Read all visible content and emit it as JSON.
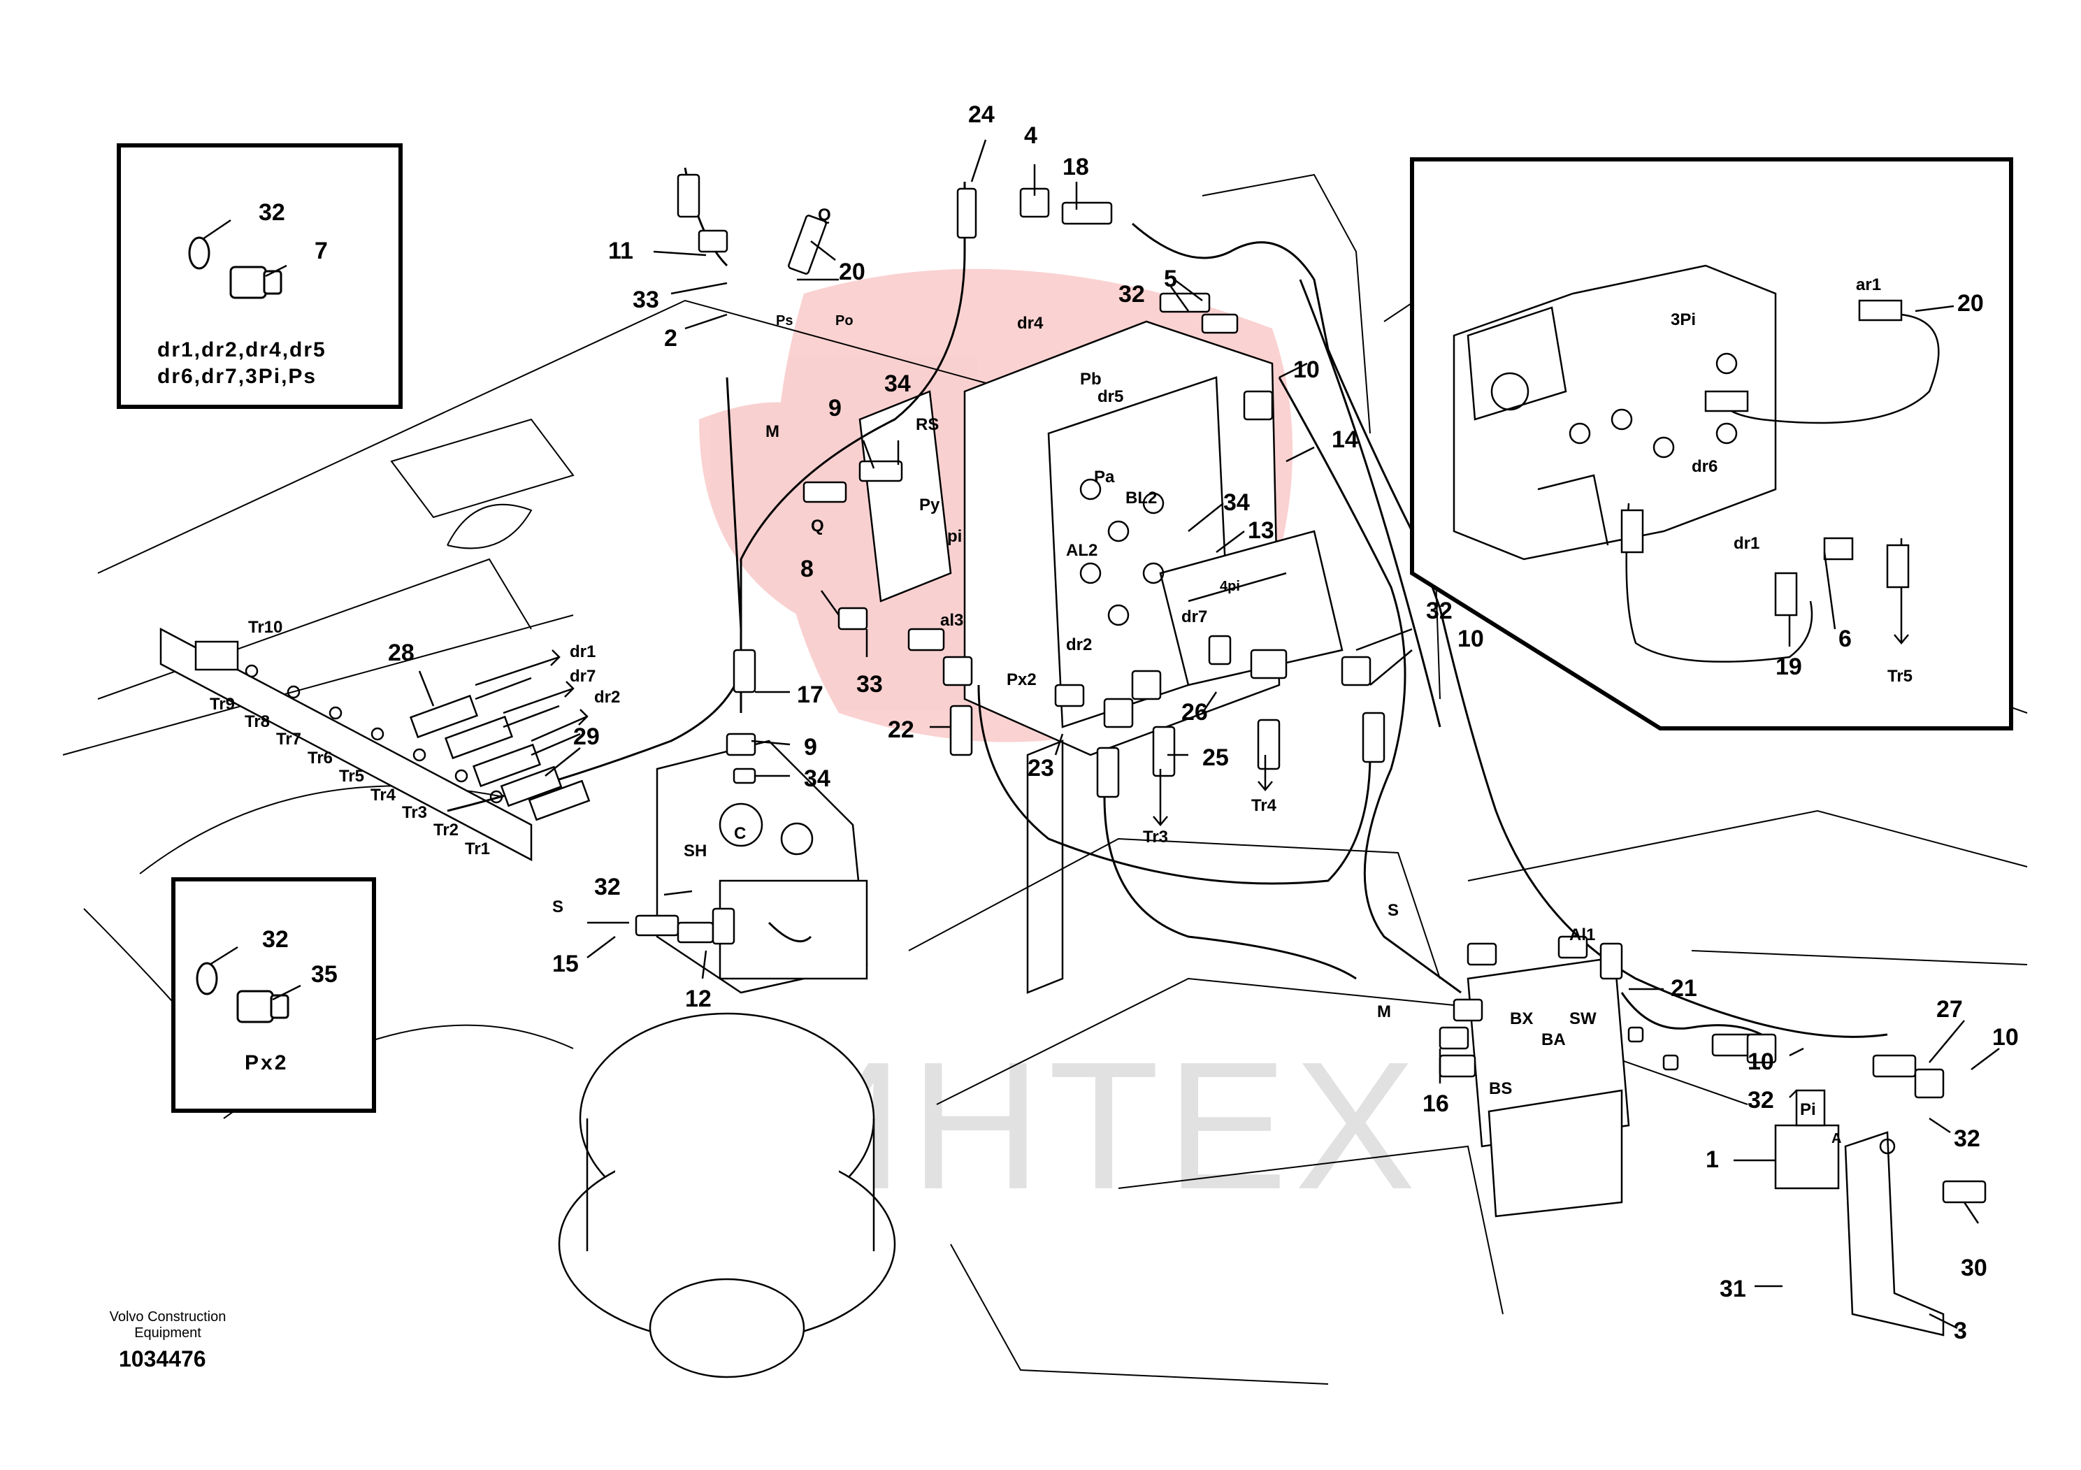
{
  "callouts": {
    "n24": "24",
    "n4": "4",
    "n18": "18",
    "n11": "11",
    "n33a": "33",
    "n20": "20",
    "n2": "2",
    "n32a": "32",
    "n5": "5",
    "n9a": "9",
    "n34a": "34",
    "n10a": "10",
    "n14": "14",
    "n34b": "34",
    "n13": "13",
    "n8": "8",
    "n33b": "33",
    "n17": "17",
    "n9b": "9",
    "n34c": "34",
    "n22": "22",
    "n23": "23",
    "n25": "25",
    "n26": "26",
    "n32b": "32",
    "n10b": "10",
    "n28": "28",
    "n29": "29",
    "n32c": "32",
    "n15": "15",
    "n12": "12",
    "n21": "21",
    "n16": "16",
    "n27": "27",
    "n10c": "10",
    "n10d": "10",
    "n32d": "32",
    "n32e": "32",
    "n1": "1",
    "n30": "30",
    "n31": "31",
    "n3": "3",
    "inset_20": "20",
    "inset_19": "19",
    "inset_6": "6",
    "box1_32": "32",
    "box1_7": "7",
    "box2_32": "32",
    "box2_35": "35"
  },
  "ports": {
    "Q_top": "Q",
    "M": "M",
    "Ps": "Ps",
    "Po": "Po",
    "dr4": "dr4",
    "Pb": "Pb",
    "dr5": "dr5",
    "RS": "RS",
    "Pa": "Pa",
    "Q_mid": "Q",
    "Py": "Py",
    "pi": "pi",
    "BL2": "BL2",
    "AL2": "AL2",
    "4pi": "4pi",
    "dr7_block": "dr7",
    "al3": "al3",
    "dr2_block": "dr2",
    "Px2": "Px2",
    "Tr3": "Tr3",
    "Tr4": "Tr4",
    "C": "C",
    "SH": "SH",
    "S_left": "S",
    "Tr10": "Tr10",
    "Tr9": "Tr9",
    "Tr8": "Tr8",
    "Tr7": "Tr7",
    "Tr6": "Tr6",
    "Tr5": "Tr5",
    "Tr4_bar": "Tr4",
    "Tr3_bar": "Tr3",
    "Tr2": "Tr2",
    "Tr1": "Tr1",
    "dr1_arrow": "dr1",
    "dr7_arrow": "dr7",
    "dr2_arrow": "dr2",
    "S_right": "S",
    "Al1": "Al1",
    "BX": "BX",
    "SW": "SW",
    "BA": "BA",
    "M_right": "M",
    "BS": "BS",
    "Pi": "Pi",
    "A": "A",
    "inset_ar1": "ar1",
    "inset_3Pi": "3Pi",
    "inset_dr6": "dr6",
    "inset_dr1": "dr1",
    "inset_Tr5": "Tr5"
  },
  "boxes": {
    "box1_line1": "dr1,dr2,dr4,dr5",
    "box1_line2": "dr6,dr7,3Pi,Ps",
    "box2_label": "Px2"
  },
  "watermark": "ИНТЕХ",
  "footer": {
    "company_line1": "Volvo Construction",
    "company_line2": "Equipment",
    "drawing_number": "1034476"
  }
}
